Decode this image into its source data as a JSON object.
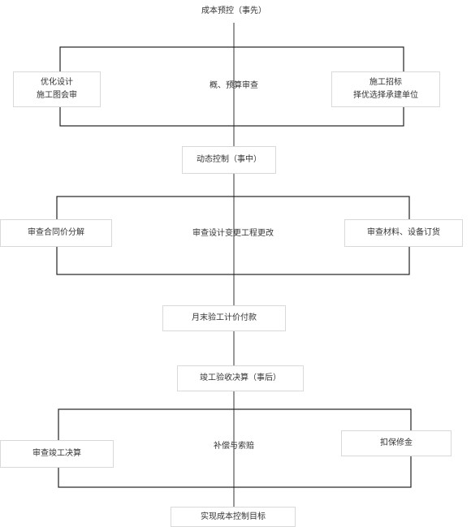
{
  "start": {
    "label": "成本预控（事先）"
  },
  "group1": {
    "left": {
      "line1": "优化设计",
      "line2": "施工图会审"
    },
    "center": {
      "label": "概、预算审查"
    },
    "right": {
      "line1": "施工招标",
      "line2": "择优选择承建单位"
    }
  },
  "mid1": {
    "label": "动态控制（事中）"
  },
  "group2": {
    "left": {
      "label": "审查合同价分解"
    },
    "center": {
      "label": "审查设计变更工程更改"
    },
    "right": {
      "label": "审查材料、设备订货"
    }
  },
  "mid2": {
    "label": "月末验工计价付款"
  },
  "mid3": {
    "label": "竣工验收决算（事后）"
  },
  "group3": {
    "left": {
      "label": "审查竣工决算"
    },
    "center": {
      "label": "补偿与索赔"
    },
    "right": {
      "label": "扣保修金"
    }
  },
  "end": {
    "label": "实现成本控制目标"
  }
}
